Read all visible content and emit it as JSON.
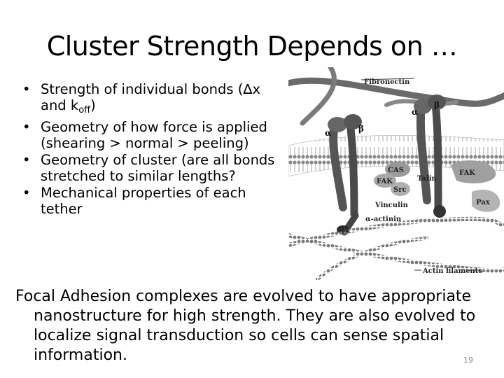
{
  "slide": {
    "title": "Cluster Strength Depends on …",
    "bullet_char": "•",
    "bullets": [
      {
        "pre": "Strength of individual bonds (",
        "delta": "∆",
        "mid": "x and k",
        "sub": "off",
        "post": ")"
      },
      {
        "text": "Geometry of how force is applied (shearing > normal > peeling)"
      },
      {
        "text": "Geometry of cluster (are all bonds stretched to similar lengths?"
      },
      {
        "text": "Mechanical properties of each tether"
      }
    ],
    "body": "Focal Adhesion complexes are evolved to have appropriate nanostructure for high strength. They are also evolved to localize signal transduction so cells can sense spatial information.",
    "page_number": "19"
  },
  "figure": {
    "labels": {
      "fibronectin": "Fibronectin",
      "alpha1": "α",
      "beta1": "β",
      "alpha2": "α",
      "beta2": "β",
      "cas": "CAS",
      "fak1": "FAK",
      "src": "Src",
      "talin": "Talin",
      "fak2": "FAK",
      "pax": "Pax",
      "vinculin": "Vinculin",
      "actinin": "α-actinin",
      "actin": "Actin filaments"
    }
  }
}
